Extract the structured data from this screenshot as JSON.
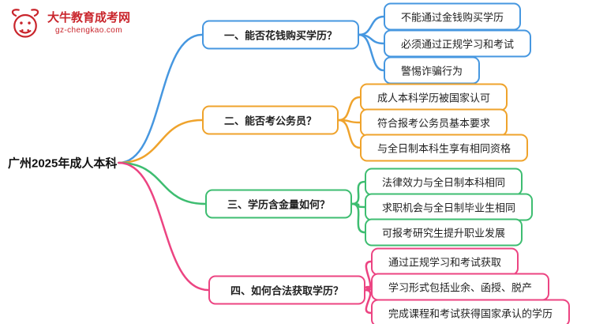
{
  "logo": {
    "title": "大牛教育成考网",
    "subtitle": "gz-chengkao.com",
    "color": "#c9252c"
  },
  "root": {
    "label": "广州2025年成人本科"
  },
  "branches": [
    {
      "label": "一、能否花钱购买学历？",
      "color": "#4697e0",
      "children": [
        "不能通过金钱购买学历",
        "必须通过正规学习和考试",
        "警惕诈骗行为"
      ]
    },
    {
      "label": "二、能否考公务员？",
      "color": "#efa32c",
      "children": [
        "成人本科学历被国家认可",
        "符合报考公务员基本要求",
        "与全日制本科生享有相同资格"
      ]
    },
    {
      "label": "三、学历含金量如何？",
      "color": "#3ebd71",
      "children": [
        "法律效力与全日制本科相同",
        "求职机会与全日制毕业生相同",
        "可报考研究生提升职业发展"
      ]
    },
    {
      "label": "四、如何合法获取学历？",
      "color": "#ec4482",
      "children": [
        "通过正规学习和考试获取",
        "学习形式包括业余、函授、脱产",
        "完成课程和考试获得国家承认的学历"
      ]
    }
  ]
}
